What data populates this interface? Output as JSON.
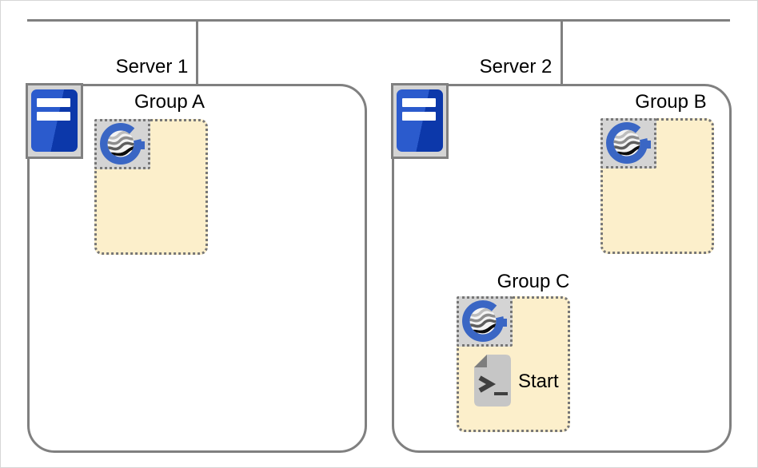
{
  "diagram_type": "deployment-topology",
  "servers": [
    {
      "label": "Server 1",
      "icon": "server-tower-icon",
      "groups": [
        {
          "label": "Group A",
          "icon": "gateway-logo-icon",
          "items": []
        }
      ]
    },
    {
      "label": "Server 2",
      "icon": "server-tower-icon",
      "groups": [
        {
          "label": "Group B",
          "icon": "gateway-logo-icon",
          "items": []
        },
        {
          "label": "Group C",
          "icon": "gateway-logo-icon",
          "items": [
            {
              "label": "Start",
              "icon": "script-icon"
            }
          ]
        }
      ]
    }
  ],
  "colors": {
    "connector_gray": "#808080",
    "dotted_border_gray": "#767676",
    "group_fill_cream": "#fcefcb",
    "icon_box_gray": "#d4d4d4",
    "logo_blue": "#3a66c4",
    "server_blue_light": "#2b5bcd",
    "server_blue_dark": "#0c38aa",
    "script_doc_gray": "#c6c6c6",
    "script_fold_gray": "#7e7e7e"
  }
}
